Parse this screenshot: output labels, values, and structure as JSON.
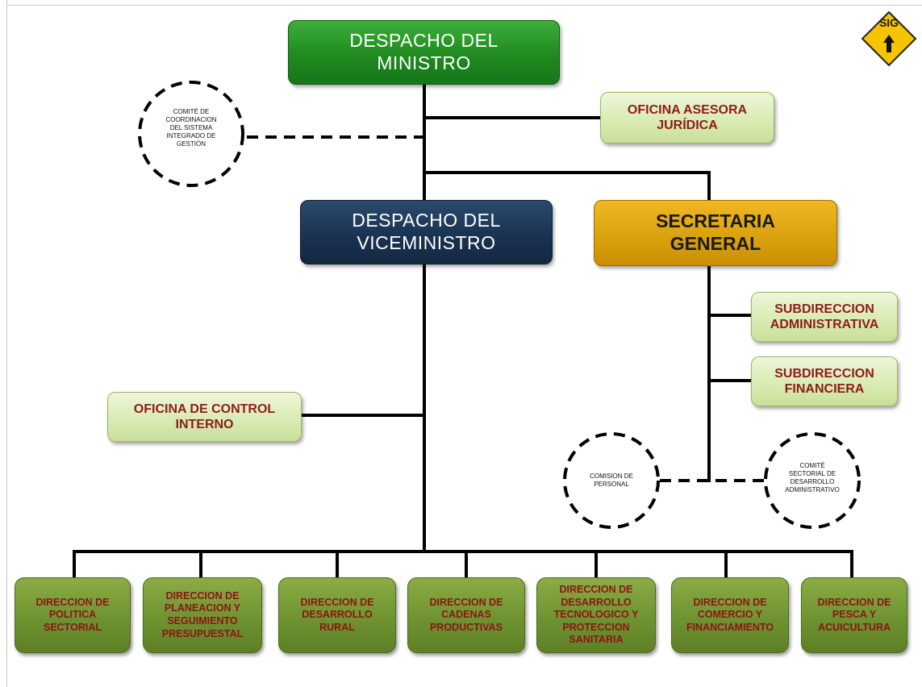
{
  "logo": {
    "text": "SIG",
    "icon": "arrow-up-icon"
  },
  "top": {
    "minister": [
      "DESPACHO DEL",
      "MINISTRO"
    ],
    "legal_office": [
      "OFICINA ASESORA",
      "JURÍDICA"
    ],
    "vice": [
      "DESPACHO DEL",
      "VICEMINISTRO"
    ],
    "secretaria": [
      "SECRETARIA",
      "GENERAL"
    ],
    "sub_admin": [
      "SUBDIRECCION",
      "ADMINISTRATIVA"
    ],
    "sub_fin": [
      "SUBDIRECCION",
      "FINANCIERA"
    ],
    "control": [
      "OFICINA DE CONTROL",
      "INTERNO"
    ]
  },
  "committees": {
    "sig_committee": [
      "COMITÉ DE",
      "COORDINACION",
      "DEL SISTEMA",
      "INTEGRADO DE",
      "GESTIÓN"
    ],
    "personal": [
      "COMISION DE",
      "PERSONAL"
    ],
    "sectorial": [
      "COMITÉ",
      "SECTORIAL DE",
      "DESARROLLO",
      "ADMINISTRATIVO"
    ]
  },
  "directions": [
    [
      "DIRECCION DE",
      "POLITICA",
      "SECTORIAL"
    ],
    [
      "DIRECCION DE",
      "PLANEACION Y",
      "SEGUIMIENTO",
      "PRESUPUESTAL"
    ],
    [
      "DIRECCION DE",
      "DESARROLLO",
      "RURAL"
    ],
    [
      "DIRECCION DE",
      "CADENAS",
      "PRODUCTIVAS"
    ],
    [
      "DIRECCION DE",
      "DESARROLLO",
      "TECNOLOGICO Y",
      "PROTECCION",
      "SANITARIA"
    ],
    [
      "DIRECCION DE",
      "COMERCIO Y",
      "FINANCIAMIENTO"
    ],
    [
      "DIRECCION DE",
      "PESCA Y",
      "ACUICULTURA"
    ]
  ],
  "colors": {
    "minister": "#1f8a1f",
    "vice": "#1a3352",
    "secretaria": "#dba20f",
    "office": "#d8eab0",
    "direction": "#6f9330",
    "office_text": "#8c1c1c",
    "logo": "#f5c400"
  }
}
